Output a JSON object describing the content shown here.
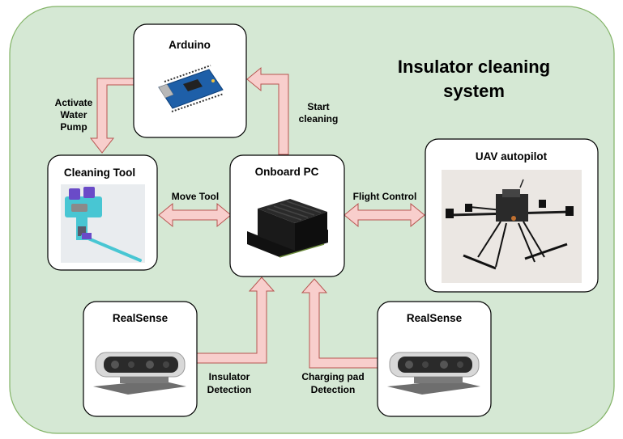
{
  "title": {
    "line1": "Insulator cleaning",
    "line2": "system"
  },
  "nodes": {
    "arduino": {
      "label": "Arduino"
    },
    "cleaning_tool": {
      "label": "Cleaning Tool"
    },
    "onboard_pc": {
      "label": "Onboard PC"
    },
    "uav_autopilot": {
      "label": "UAV autopilot"
    },
    "realsense_left": {
      "label": "RealSense"
    },
    "realsense_right": {
      "label": "RealSense"
    }
  },
  "edges": {
    "activate_pump": {
      "line1": "Activate",
      "line2": "Water",
      "line3": "Pump"
    },
    "start_cleaning": {
      "line1": "Start",
      "line2": "cleaning"
    },
    "move_tool": {
      "label": "Move Tool"
    },
    "flight_control": {
      "label": "Flight Control"
    },
    "insulator_detection": {
      "line1": "Insulator",
      "line2": "Detection"
    },
    "charging_pad_detection": {
      "line1": "Charging pad",
      "line2": "Detection"
    }
  },
  "colors": {
    "background": "#d5e8d4",
    "background_border": "#82b366",
    "arrow_fill": "#f8cecc",
    "arrow_stroke": "#b85450",
    "box_fill": "#ffffff",
    "box_stroke": "#000000"
  }
}
